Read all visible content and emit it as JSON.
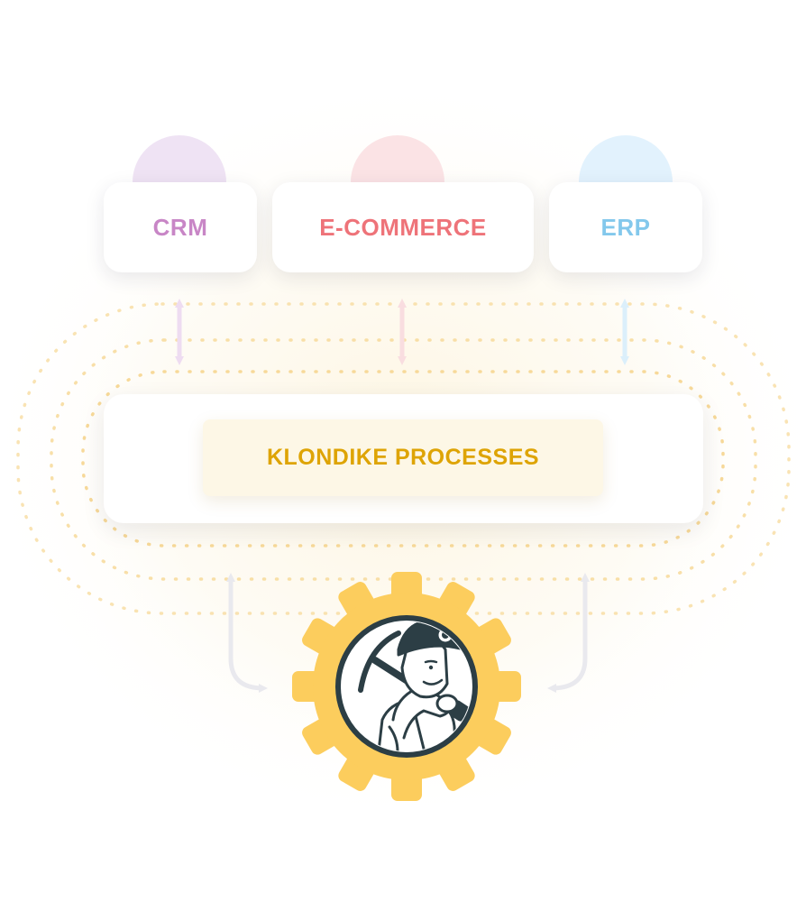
{
  "systems": [
    {
      "label": "CRM",
      "color": "#c886c6",
      "tint": "#efe3f4",
      "arrow": "#eedcf1"
    },
    {
      "label": "E-COMMERCE",
      "color": "#ee7379",
      "tint": "#fbe3e5",
      "arrow": "#f9dde0"
    },
    {
      "label": "ERP",
      "color": "#83c8ec",
      "tint": "#e2f2fd",
      "arrow": "#dbeffb"
    }
  ],
  "core": {
    "label": "KLONDIKE PROCESSES",
    "color": "#dea405"
  },
  "colors": {
    "dots": "#f7d999",
    "gear": "#fccd5d",
    "link_arrow": "#e9e9ee",
    "ink": "#2c3e45"
  },
  "icons": [
    "gear-icon",
    "miner-mascot-icon"
  ]
}
